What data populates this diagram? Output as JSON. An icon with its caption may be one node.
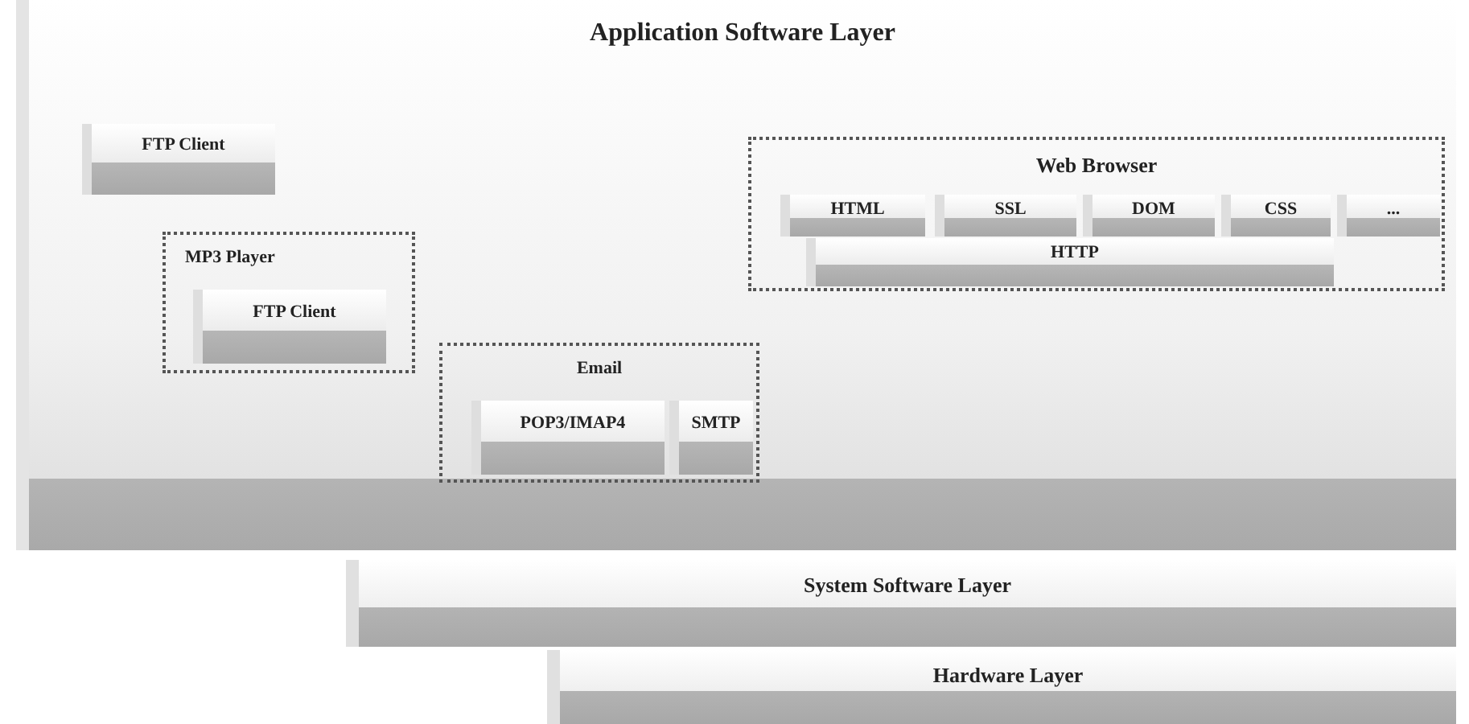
{
  "diagram": {
    "nodes": [
      {
        "text": [
          "Application Software Layer"
        ]
      },
      {
        "text": [
          "FTP Client"
        ],
        "in": 0
      },
      {
        "text": [
          "MP3 Player"
        ],
        "in": 0
      },
      {
        "text": [
          "FTP Client"
        ],
        "in": 2
      },
      {
        "text": [
          "Email"
        ],
        "in": 0
      },
      {
        "text": [
          "POP3/IMAP4"
        ],
        "in": 4
      },
      {
        "text": [
          "SMTP"
        ],
        "in": 4
      },
      {
        "text": [
          "Web Browser"
        ],
        "in": 0
      },
      {
        "text": [
          "HTML"
        ],
        "in": 7
      },
      {
        "text": [
          "SSL"
        ],
        "in": 7
      },
      {
        "text": [
          "DOM"
        ],
        "in": 7
      },
      {
        "text": [
          "CSS"
        ],
        "in": 7
      },
      {
        "text": [
          "..."
        ],
        "in": 7
      },
      {
        "text": [
          "HTTP"
        ],
        "in": 7
      },
      {
        "text": [
          "System Software Layer"
        ]
      },
      {
        "text": [
          "Hardware Layer"
        ]
      }
    ]
  }
}
